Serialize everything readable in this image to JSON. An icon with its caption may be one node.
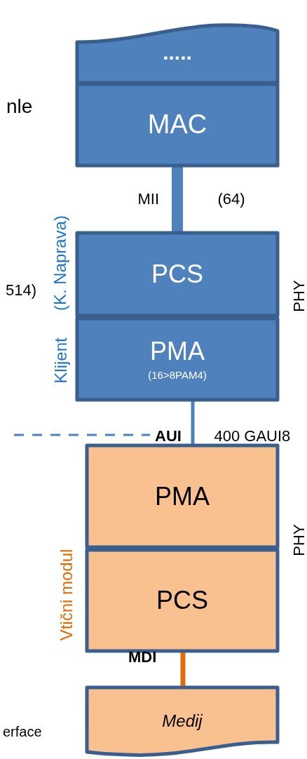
{
  "diagram": {
    "nodes": [
      {
        "text": [
          "....."
        ]
      },
      {
        "text": [
          "MAC"
        ]
      },
      {
        "text": [
          "PCS"
        ]
      },
      {
        "text": [
          "PMA",
          "(16>8PAM4)"
        ]
      },
      {
        "text": [
          "PMA"
        ]
      },
      {
        "text": [
          "PCS"
        ]
      },
      {
        "text": [
          "Medij"
        ]
      }
    ],
    "edges": [
      {
        "from": 1,
        "to": 2,
        "arrow": "none",
        "style": "thick"
      },
      {
        "from": 3,
        "to": 4,
        "arrow": "none"
      },
      {
        "from": 5,
        "to": 6,
        "arrow": "none",
        "color": "#e36c0a"
      }
    ],
    "labels": [
      "nle",
      "MII",
      "(64)",
      "(K. Naprava)",
      "514)",
      "PHY",
      "Klijent",
      "AUI",
      "400 GAUI8",
      "PHY",
      "Vtični modul",
      "MDI",
      "erface"
    ]
  }
}
